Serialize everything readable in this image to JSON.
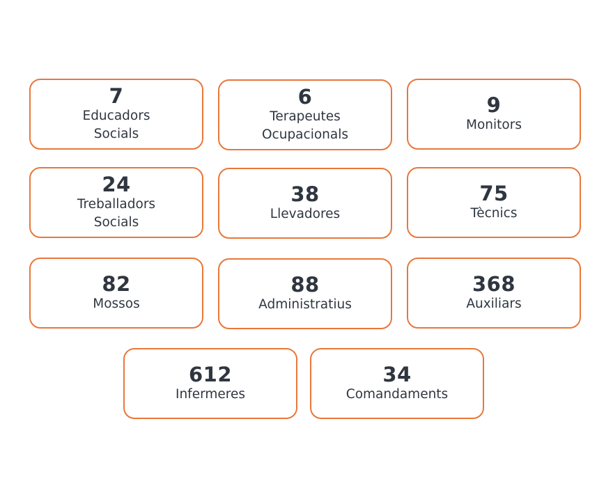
{
  "brand_color": "#e8773a",
  "text_color": "#2f3640",
  "stats": [
    {
      "count": "7",
      "label": "Educadors\nSocials"
    },
    {
      "count": "6",
      "label": "Terapeutes\nOcupacionals"
    },
    {
      "count": "9",
      "label": "Monitors"
    },
    {
      "count": "24",
      "label": "Treballadors\nSocials"
    },
    {
      "count": "38",
      "label": "Llevadores"
    },
    {
      "count": "75",
      "label": "Tècnics"
    },
    {
      "count": "82",
      "label": "Mossos"
    },
    {
      "count": "88",
      "label": "Administratius"
    },
    {
      "count": "368",
      "label": "Auxiliars"
    },
    {
      "count": "612",
      "label": "Infermeres"
    },
    {
      "count": "34",
      "label": "Comandaments"
    }
  ]
}
